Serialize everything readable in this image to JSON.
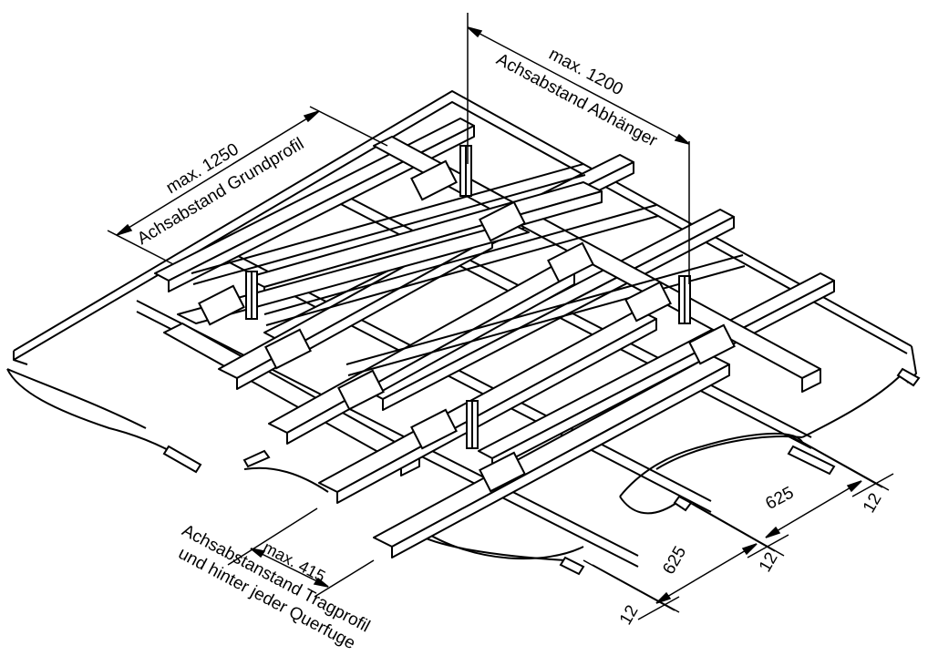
{
  "dimensions": {
    "hanger_spacing": {
      "value": "max. 1200",
      "label": "Achsabstand Abhänger"
    },
    "primary_spacing": {
      "value": "max. 1250",
      "label": "Achsabstand Grundprofil"
    },
    "bearer_spacing": {
      "value": "max. 415",
      "label_line1": "Achsabstanstand Tragprofil",
      "label_line2": "und hinter jeder Querfuge"
    },
    "board_width_1": "625",
    "board_width_2": "625",
    "joint_gap_1": "12",
    "joint_gap_2": "12",
    "joint_gap_3": "12"
  },
  "colors": {
    "line": "#000000",
    "background": "#ffffff"
  }
}
